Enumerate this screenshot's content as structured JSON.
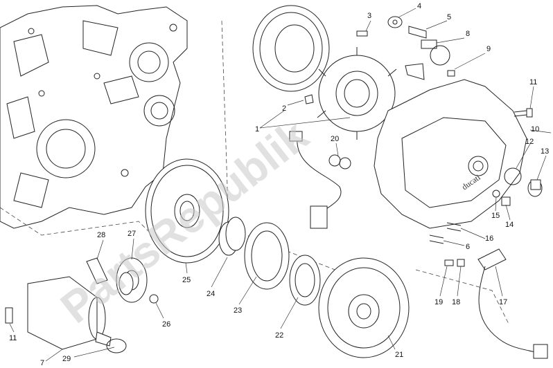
{
  "watermark": "PartsRepublik",
  "callouts": [
    "1",
    "2",
    "3",
    "4",
    "5",
    "6",
    "7",
    "8",
    "9",
    "10",
    "11",
    "11",
    "12",
    "13",
    "14",
    "15",
    "16",
    "17",
    "18",
    "19",
    "20",
    "21",
    "22",
    "23",
    "24",
    "25",
    "26",
    "27",
    "28",
    "29"
  ]
}
